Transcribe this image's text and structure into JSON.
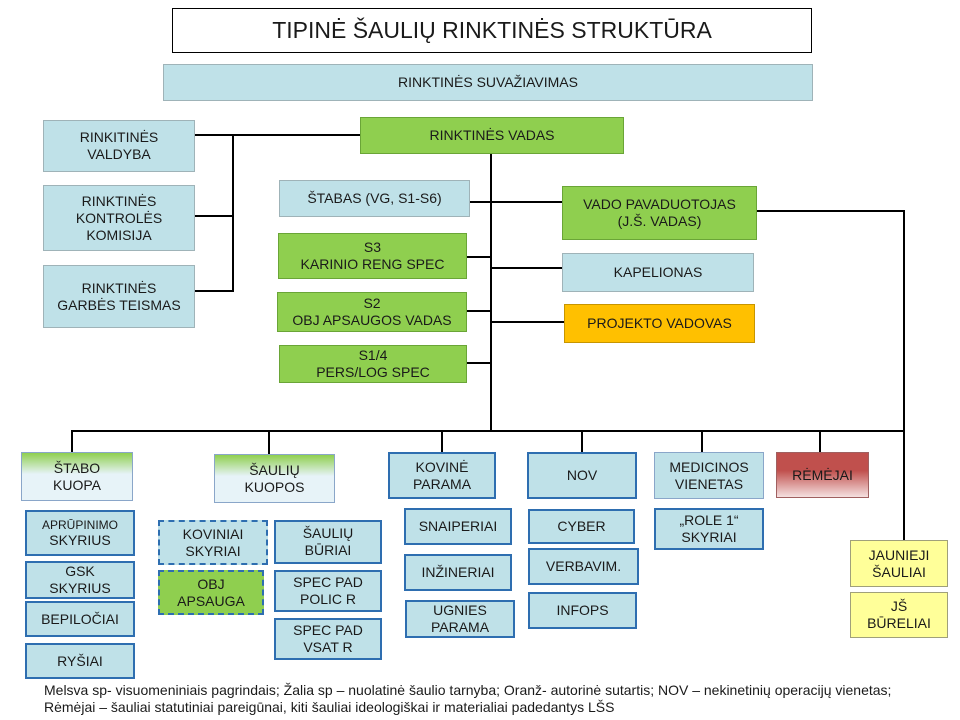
{
  "title": "TIPINĖ ŠAULIŲ RINKTINĖS STRUKTŪRA",
  "nodes": {
    "suvaziavimas": "RINKTINĖS SUVAŽIAVIMAS",
    "valdyba": "RINKITINĖS\nVALDYBA",
    "kontrole": "RINKTINĖS\nKONTROLĖS\nKOMISIJA",
    "garbe": "RINKTINĖS\nGARBĖS TEISMAS",
    "vadas": "RINKTINĖS VADAS",
    "stabas": "ŠTABAS (VG, S1-S6)",
    "s3": "S3\nKARINIO RENG SPEC",
    "s2": "S2\nOBJ APSAUGOS VADAS",
    "s14": "S1/4\nPERS/LOG SPEC",
    "pavaduotojas": "VADO PAVADUOTOJAS\n(J.Š. VADAS)",
    "kapelionas": "KAPELIONAS",
    "projekto": "PROJEKTO VADOVAS",
    "stabo_kuopa": "ŠTABO\nKUOPA",
    "sauliu_kuopos": "ŠAULIŲ\nKUOPOS",
    "kovine_parama": "KOVINĖ\nPARAMA",
    "nov": "NOV",
    "medicinos": "MEDICINOS\nVIENETAS",
    "remejai": "RĖMĖJAI",
    "aprupinimo_small": "APRŪPINIMO",
    "aprupinimo_big": "SKYRIUS",
    "gsk": "GSK\nSKYRIUS",
    "bepilociai": "BEPILOČIAI",
    "rysiai": "RYŠIAI",
    "koviniai": "KOVINIAI\nSKYRIAI",
    "obj_apsauga": "OBJ\nAPSAUGA",
    "sauliu_buriai": "ŠAULIŲ\nBŪRIAI",
    "spec_polic": "SPEC PAD\nPOLIC R",
    "spec_vsat": "SPEC PAD\nVSAT R",
    "snaiperiai": "SNAIPERIAI",
    "inzineriai": "INŽINERIAI",
    "ugnies": "UGNIES\nPARAMA",
    "cyber": "CYBER",
    "verbavim": "VERBAVIM.",
    "infops": "INFOPS",
    "role1": "„ROLE 1“\nSKYRIAI",
    "jaunieji": "JAUNIEJI\nŠAULIAI",
    "js_bureliai": "JŠ\nBŪRELIAI"
  },
  "footnote": "Melsva sp- visuomeniniais pagrindais; Žalia sp – nuolatinė šaulio tarnyba;  Oranž- autorinė sutartis; NOV – nekinetinių operacijų vienetas; Rėmėjai – šauliai statutiniai pareigūnai, kiti šauliai ideologiškai ir materialiai padedantys LŠS",
  "colors": {
    "light_blue": "#bfe1e8",
    "green": "#8fcf4f",
    "orange": "#ffc000",
    "yellow": "#ffff99",
    "border_blue": "#2e6eb0",
    "red_gradient_top": "#c0504d"
  }
}
